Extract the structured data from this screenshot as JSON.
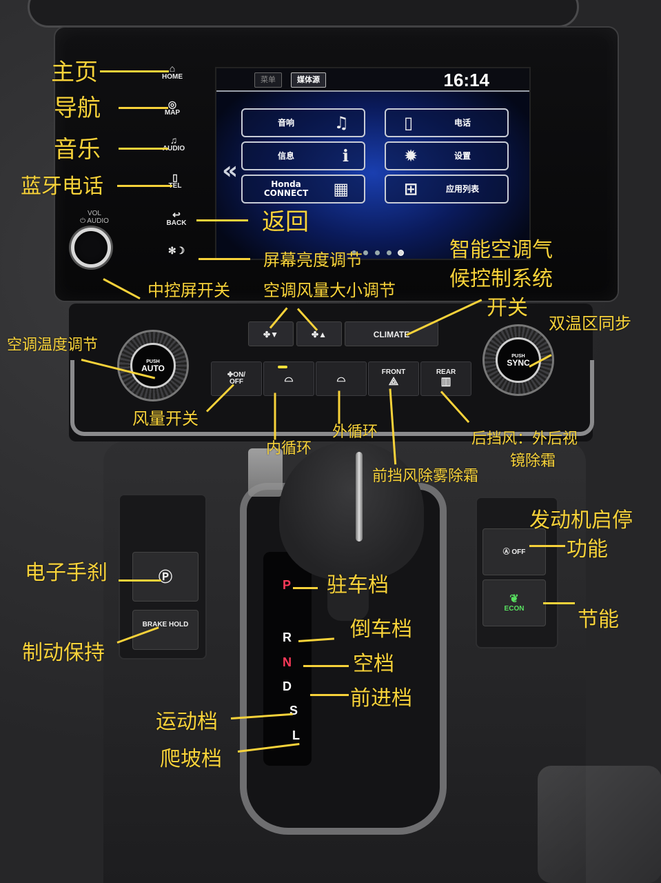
{
  "head_unit": {
    "hardware_buttons": [
      {
        "id": "home",
        "label": "HOME",
        "glyph": "⌂"
      },
      {
        "id": "map",
        "label": "MAP",
        "glyph": "◎"
      },
      {
        "id": "audio",
        "label": "AUDIO",
        "glyph": "♫"
      },
      {
        "id": "tel",
        "label": "TEL",
        "glyph": "▯"
      },
      {
        "id": "back",
        "label": "BACK",
        "glyph": "↩"
      },
      {
        "id": "brightness",
        "label": "",
        "glyph": "✻☽"
      }
    ],
    "volume_knob": {
      "label_top": "VOL",
      "label_bottom": "⏻ AUDIO"
    }
  },
  "screen": {
    "tabs": [
      {
        "label": "菜单",
        "active": false
      },
      {
        "label": "媒体源",
        "active": true
      }
    ],
    "clock": "16:14",
    "tiles": [
      {
        "label": "音响",
        "icon": "♫",
        "side": "left"
      },
      {
        "label": "电话",
        "icon": "▯",
        "side": "right"
      },
      {
        "label": "信息",
        "icon": "ℹ",
        "side": "left"
      },
      {
        "label": "设置",
        "icon": "✹",
        "side": "right"
      },
      {
        "label": "Honda CONNECT",
        "icon": "▦",
        "side": "left"
      },
      {
        "label": "应用列表",
        "icon": "⊞",
        "side": "right"
      }
    ],
    "back_chevron": "«",
    "page_dots": 5,
    "active_page": 5
  },
  "climate": {
    "fan_down": "✤▼",
    "fan_up": "✤▲",
    "climate_button": "CLIMATE",
    "left_knob": {
      "push": "PUSH",
      "mode": "AUTO"
    },
    "right_knob": {
      "push": "PUSH",
      "mode": "SYNC"
    },
    "buttons": [
      {
        "id": "fan_onoff",
        "line1": "✤ON/",
        "line2": "OFF"
      },
      {
        "id": "recirc",
        "line1": "",
        "line2": "⌓"
      },
      {
        "id": "fresh_air",
        "line1": "",
        "line2": "⌓"
      },
      {
        "id": "front_defrost",
        "line1": "FRONT",
        "line2": "⟁"
      },
      {
        "id": "rear_defrost",
        "line1": "REAR",
        "line2": "▥"
      }
    ]
  },
  "lower_console": {
    "ebrake_label": "Ⓟ",
    "brake_hold_label": "BRAKE HOLD",
    "auto_stop_label": "Ⓐ OFF",
    "econ_label": "ECON",
    "econ_glyph": "❦",
    "gears": [
      "P",
      "R",
      "N",
      "D",
      "S",
      "L"
    ]
  },
  "annotations": {
    "home": "主页",
    "nav": "导航",
    "music": "音乐",
    "bt_phone": "蓝牙电话",
    "back": "返回",
    "brightness": "屏幕亮度调节",
    "power": "中控屏开关",
    "fan_speed": "空调风量大小调节",
    "climate_line1": "智能空调气",
    "climate_line2": "候控制系统",
    "climate_line3": "开关",
    "sync": "双温区同步",
    "temp": "空调温度调节",
    "fan_switch": "风量开关",
    "recirc": "内循环",
    "fresh_air": "外循环",
    "front_defrost": "前挡风除雾除霜",
    "rear_defrost_1": "后挡风：外后视",
    "rear_defrost_2": "镜除霜",
    "ebrake": "电子手刹",
    "brake_hold": "制动保持",
    "park": "驻车档",
    "reverse": "倒车档",
    "neutral": "空档",
    "drive": "前进档",
    "sport": "运动档",
    "low": "爬坡档",
    "auto_stop_1": "发动机启停",
    "auto_stop_2": "功能",
    "econ": "节能"
  },
  "colors": {
    "annotation": "#f7d23a",
    "gear_red": "#ff3a5a",
    "econ_green": "#58e060",
    "indicator": "#f2df3a"
  }
}
